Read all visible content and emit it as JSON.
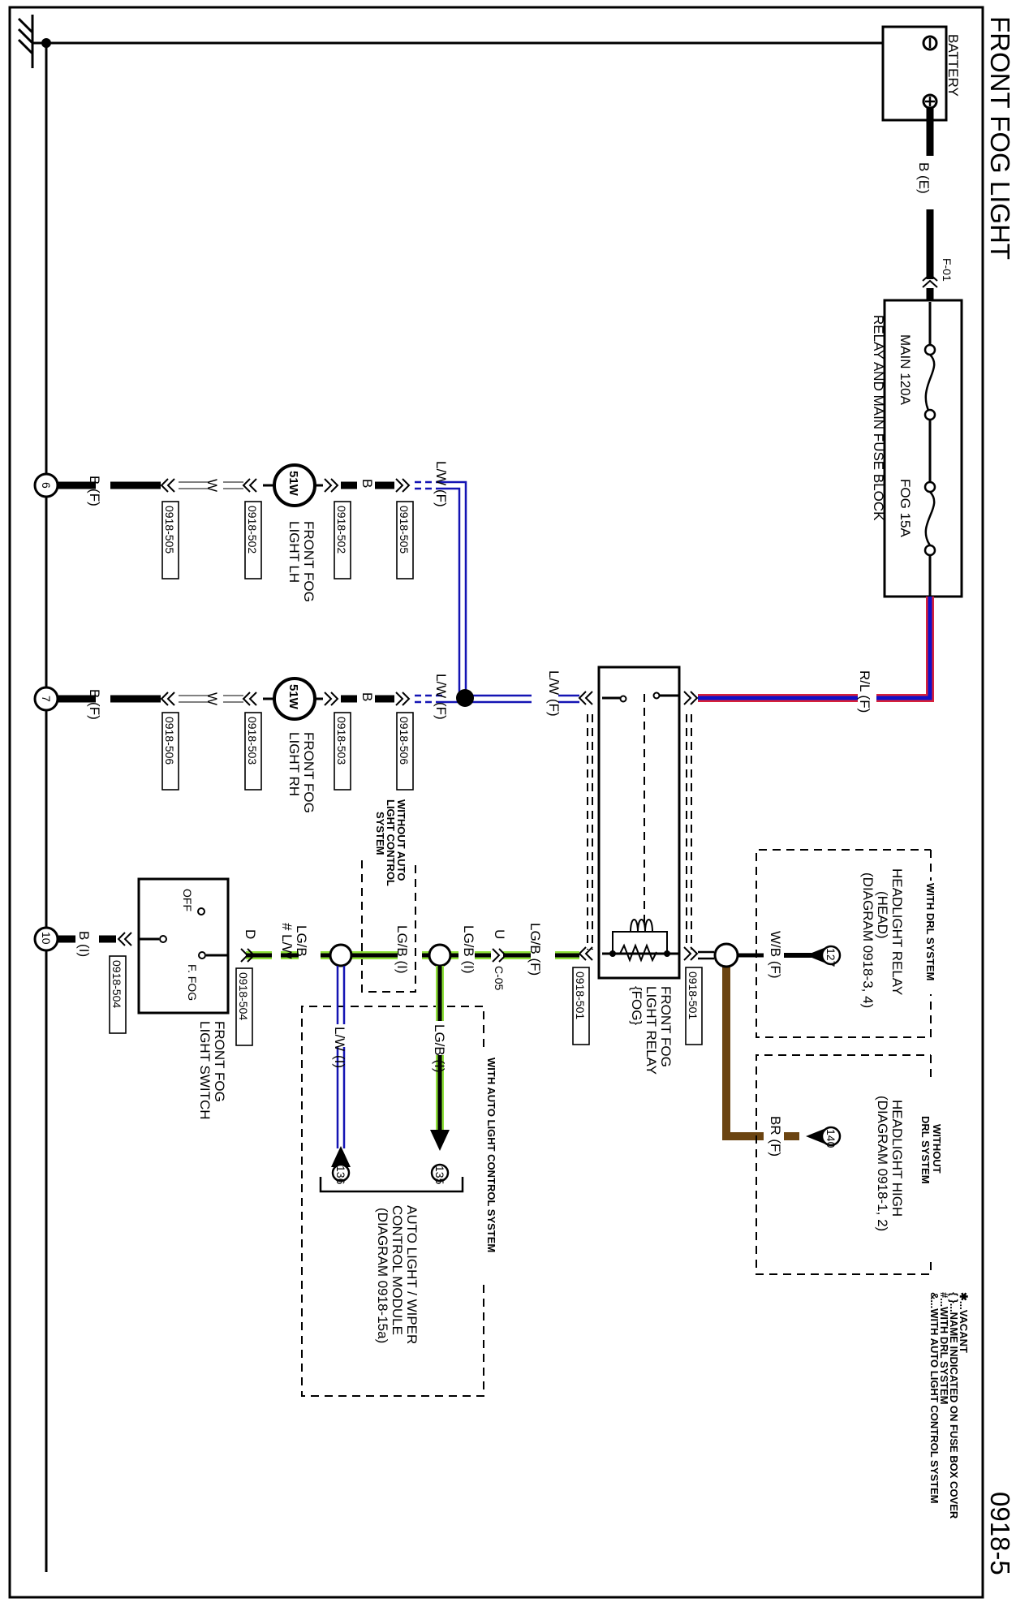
{
  "title": "FRONT FOG LIGHT",
  "page_number": "0918-5",
  "colors": {
    "red_blue_outer": "#d8213a",
    "red_blue_inner": "#1010c8",
    "blue": "#1414b4",
    "green": "#8ee03a",
    "brown": "#6b4411",
    "black": "#000000"
  },
  "battery": {
    "label": "BATTERY",
    "neg_symbol": "−",
    "pos_symbol": "+"
  },
  "wires": {
    "battery_to_fuse": "B (E)",
    "fuse_to_relay": "R/L (F)",
    "relay_out": "L/W (F)",
    "lh_in": "L/W (F)",
    "rh_in": "L/W (F)",
    "lh_mid": "B",
    "rh_mid": "B",
    "lh_out": "W",
    "rh_out": "W",
    "lh_ground": "B (F)",
    "rh_ground": "B (F)",
    "switch_ground": "B (I)",
    "relay_coil_out": "LG/B (F)",
    "coil_c05_side": "U",
    "coil_to_junction": "LG/B (I)",
    "without_auto": "LG/B (I)",
    "switch_out_1": "LG/B",
    "switch_out_2": "# L/W",
    "switch_pin": "D",
    "auto_lw": "L/W (I)",
    "auto_lgb": "LG/B (I)",
    "drl_wb": "W/B (F)",
    "drl_br": "BR (F)"
  },
  "connectors": {
    "f01": "F-01",
    "c05": "C-05",
    "relay_left": "0918-501",
    "relay_right": "0918-501",
    "lh_a": "0918-505",
    "lh_b": "0918-502",
    "lh_c": "0918-502",
    "lh_d": "0918-505",
    "rh_a": "0918-506",
    "rh_b": "0918-503",
    "rh_c": "0918-503",
    "rh_d": "0918-506",
    "sw_a": "0918-504",
    "sw_b": "0918-504"
  },
  "fuse_block": {
    "label": "RELAY AND MAIN FUSE BLOCK",
    "fuses": [
      {
        "name": "MAIN",
        "rating": "120A"
      },
      {
        "name": "FOG",
        "rating": "15A"
      }
    ]
  },
  "relay": {
    "label_lines": [
      "FRONT FOG",
      "LIGHT RELAY",
      "{FOG}"
    ]
  },
  "lamps": [
    {
      "id": "lh",
      "wattage": "51W",
      "label_lines": [
        "FRONT FOG",
        "LIGHT LH"
      ],
      "ground_point": "6"
    },
    {
      "id": "rh",
      "wattage": "51W",
      "label_lines": [
        "FRONT FOG",
        "LIGHT RH"
      ],
      "ground_point": "7"
    }
  ],
  "switch": {
    "label_lines": [
      "FRONT FOG",
      "LIGHT SWITCH"
    ],
    "positions": [
      "OFF",
      "F. FOG"
    ],
    "ground_point": "10"
  },
  "groups": {
    "without_auto": [
      "WITHOUT AUTO",
      "LIGHT CONTROL",
      "SYSTEM"
    ],
    "with_auto": "WITH AUTO LIGHT CONTROL SYSTEM",
    "with_drl": "WITH DRL SYSTEM",
    "without_drl": [
      "WITHOUT",
      "DRL SYSTEM"
    ]
  },
  "references": {
    "auto_module": {
      "pins": [
        "135",
        "136"
      ],
      "label_lines": [
        "AUTO LIGHT / WIPER",
        "CONTROL MODULE",
        "(DIAGRAM 0918-15a)"
      ]
    },
    "headlight_relay": {
      "pin": "127",
      "label_lines": [
        "HEADLIGHT RELAY",
        "(HEAD)",
        "(DIAGRAM 0918-3, 4)"
      ]
    },
    "headlight_high": {
      "pin": "140",
      "label_lines": [
        "HEADLIGHT HIGH",
        "(DIAGRAM 0918-1, 2)"
      ]
    }
  },
  "legend": [
    {
      "symbol": "✱",
      "text": "...VACANT"
    },
    {
      "symbol": "{ }",
      "text": "...NAME INDICATED ON FUSE BOX COVER"
    },
    {
      "symbol": "#",
      "text": "...WITH DRL SYSTEM"
    },
    {
      "symbol": "&",
      "text": "...WITH AUTO LIGHT CONTROL SYSTEM"
    }
  ]
}
